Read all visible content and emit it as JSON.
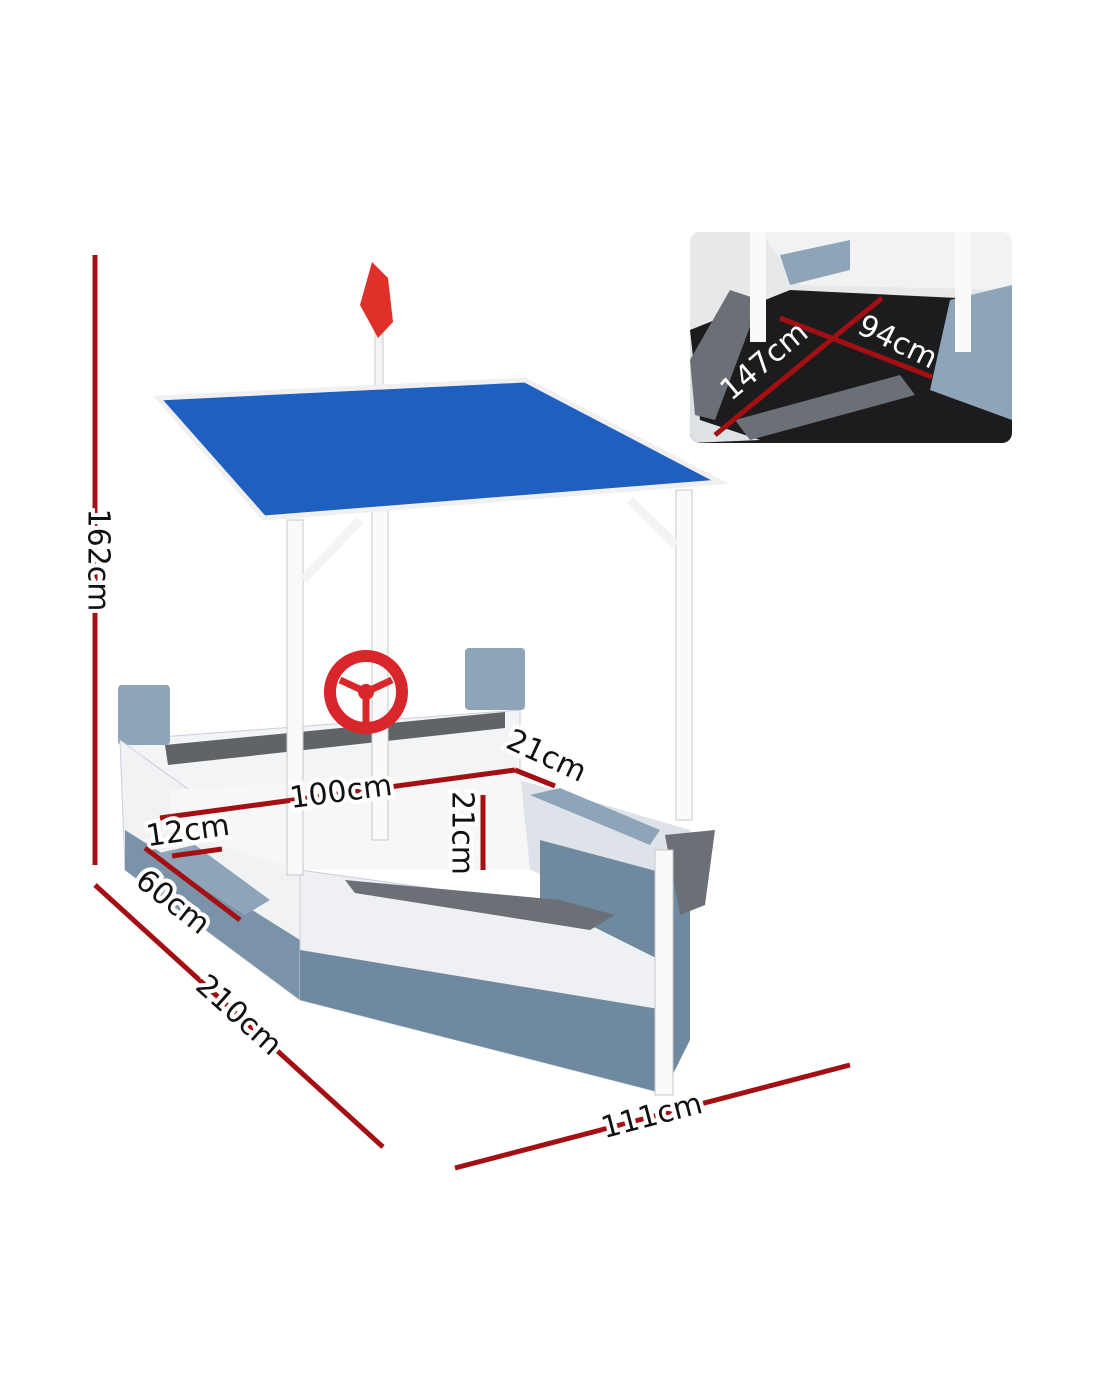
{
  "colors": {
    "dimension_line": "#a30f12",
    "roof": "#1f5fc0",
    "hull_blue": "#6f8aa0",
    "flag": "#e0302a",
    "wheel": "#d8262a"
  },
  "dimensions": {
    "height": "162cm",
    "length": "210cm",
    "width": "111cm",
    "inner_width": "100cm",
    "seat_depth_top": "21cm",
    "wall_height": "21cm",
    "seat_width": "12cm",
    "seat_length": "60cm"
  },
  "inset": {
    "diagonal": "147cm",
    "cross": "94cm"
  }
}
